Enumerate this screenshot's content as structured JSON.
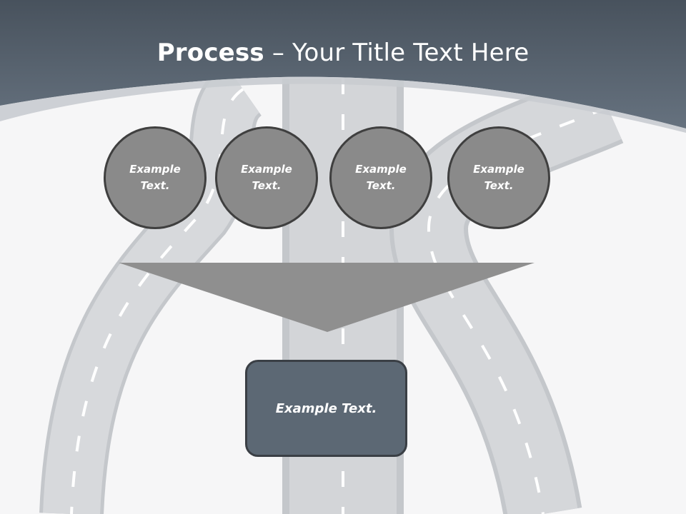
{
  "title": {
    "bold": "Process",
    "rest": " – Your Title Text Here"
  },
  "circles": [
    {
      "label": "Example\nText."
    },
    {
      "label": "Example\nText."
    },
    {
      "label": "Example\nText."
    },
    {
      "label": "Example\nText."
    }
  ],
  "result_box": {
    "label": "Example Text."
  },
  "colors": {
    "header": "#546170",
    "circle_fill": "#8a8a8a",
    "circle_border": "#3f3f3f",
    "arrow": "#8f8f8f",
    "box_fill": "#5c6874",
    "road": "#c8cbcf"
  }
}
